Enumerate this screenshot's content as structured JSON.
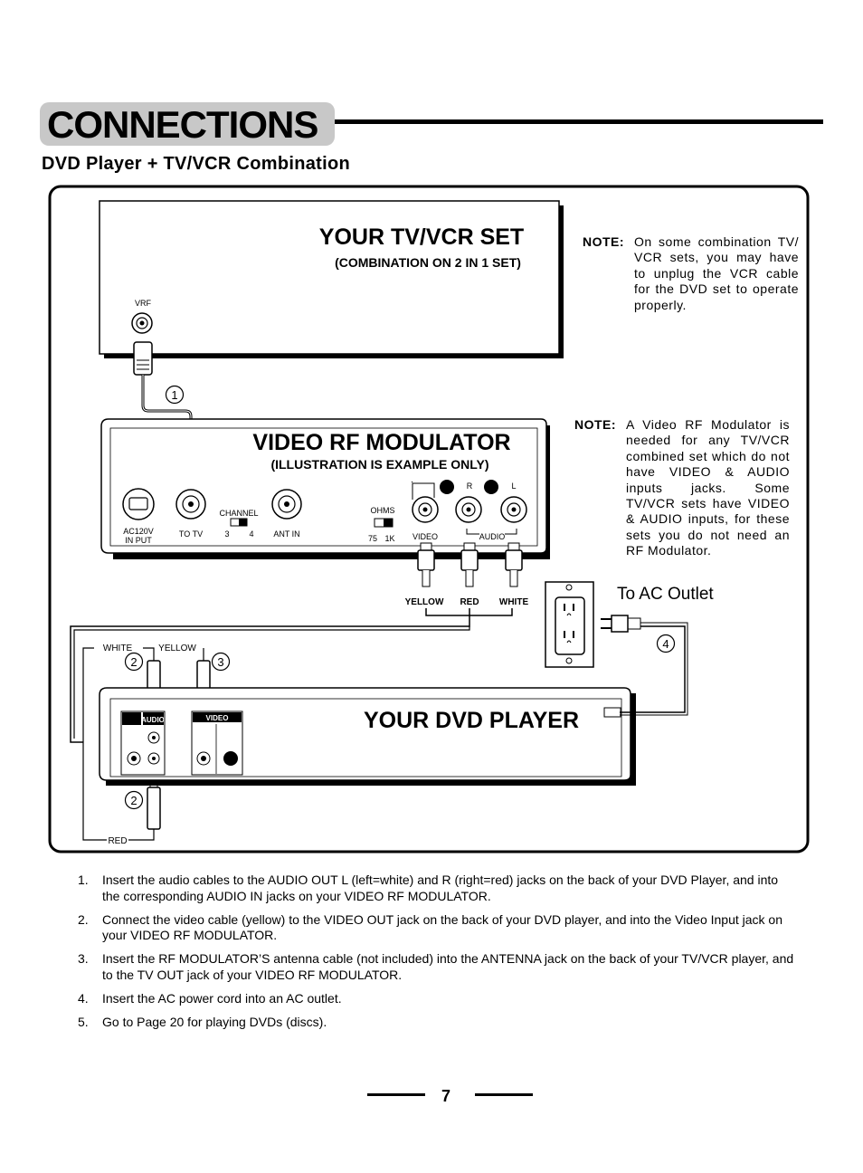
{
  "header": {
    "title": "CONNECTIONS",
    "subtitle": "DVD Player + TV/VCR Combination"
  },
  "diagram": {
    "tv_title": "YOUR TV/VCR SET",
    "tv_subtitle": "(COMBINATION ON 2 IN 1 SET)",
    "tv_vrf": "VRF",
    "mod_title": "VIDEO RF MODULATOR",
    "mod_subtitle": "(ILLUSTRATION IS EXAMPLE ONLY)",
    "mod_ac_line1": "AC120V",
    "mod_ac_line2": "IN PUT",
    "mod_totv": "TO TV",
    "mod_channel": "CHANNEL",
    "mod_ch3": "3",
    "mod_ch4": "4",
    "mod_antin": "ANT IN",
    "mod_ohms": "OHMS",
    "mod_ohm75": "75",
    "mod_ohm1k": "1K",
    "mod_video": "VIDEO",
    "mod_audio": "AUDIO",
    "mod_r": "R",
    "mod_l": "L",
    "plug_yellow": "YELLOW",
    "plug_red": "RED",
    "plug_white": "WHITE",
    "outlet_label": "To AC Outlet",
    "cable_white": "WHITE",
    "cable_yellow": "YELLOW",
    "cable_red": "RED",
    "dvd_title": "YOUR DVD PLAYER",
    "dvd_audio": "AUDIO",
    "dvd_video": "VIDEO",
    "step1": "1",
    "step2a": "2",
    "step2b": "2",
    "step3": "3",
    "step4": "4"
  },
  "notes": [
    {
      "label": "NOTE:",
      "text": "On some combination TV/ VCR sets, you may have to unplug the VCR cable for the DVD set to operate properly."
    },
    {
      "label": "NOTE:",
      "text": "A Video RF Modulator is needed for any TV/VCR combined set which do not have VIDEO & AUDIO inputs jacks. Some TV/VCR sets have VIDEO & AUDIO inputs, for these sets you do not need an RF Modulator."
    }
  ],
  "steps": [
    {
      "num": "1.",
      "text": "Insert the audio cables to the AUDIO OUT L (left=white) and R (right=red) jacks on the back of your DVD Player, and into the corresponding AUDIO IN jacks on your VIDEO RF MODULATOR."
    },
    {
      "num": "2.",
      "text": "Connect the video cable (yellow) to the VIDEO OUT jack on the back of your DVD player, and into the Video Input jack on your VIDEO RF MODULATOR."
    },
    {
      "num": "3.",
      "text": "Insert the RF MODULATOR’S antenna cable (not included) into the ANTENNA jack on the back of your TV/VCR player, and to the TV OUT jack of your VIDEO RF MODULATOR."
    },
    {
      "num": "4.",
      "text": "Insert the AC power cord into an AC outlet."
    },
    {
      "num": "5.",
      "text": "Go to Page 20 for playing DVDs (discs)."
    }
  ],
  "page_number": "7"
}
